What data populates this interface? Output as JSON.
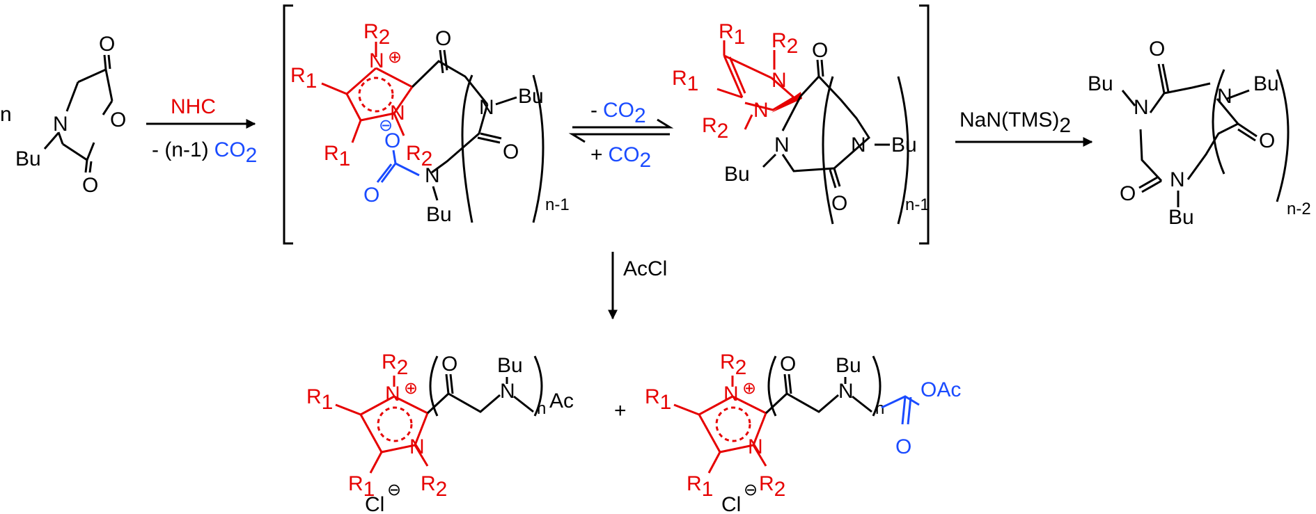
{
  "labels": {
    "n": "n",
    "N": "N",
    "O": "O",
    "Bu": "Bu",
    "R": "R",
    "sub1": "1",
    "sub2": "2",
    "sub_n": "n",
    "sub_n1": "n-1",
    "sub_n2": "n-2",
    "Ac": "Ac",
    "OAc": "OAc",
    "Cl": "Cl",
    "plus": "+",
    "plus_charge": "⊕",
    "minus_charge": "⊖"
  },
  "reagents": {
    "step1_top": "NHC",
    "step1_bottom_prefix": "- (n-1)",
    "co2": "CO",
    "co2_sub": "2",
    "eq_top_prefix": "-",
    "eq_bottom_prefix": "+",
    "step3": "NaN(TMS)",
    "step3_sub": "2",
    "step4": "AcCl"
  },
  "colors": {
    "black": "#000000",
    "red": "#e60000",
    "blue": "#1a4bff"
  }
}
